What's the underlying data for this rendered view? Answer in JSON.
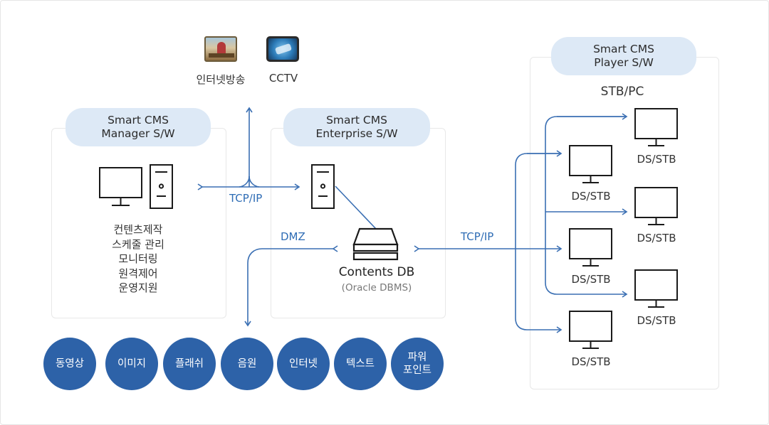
{
  "top_sources": [
    {
      "label": "인터넷방송",
      "icon": "broadcast-thumbnail-icon"
    },
    {
      "label": "CCTV",
      "icon": "cctv-thumbnail-icon"
    }
  ],
  "manager": {
    "title_line1": "Smart CMS",
    "title_line2": "Manager S/W",
    "functions": [
      "컨텐츠제작",
      "스케줄 관리",
      "모니터링",
      "원격제어",
      "운영지원"
    ]
  },
  "enterprise": {
    "title_line1": "Smart CMS",
    "title_line2": "Enterprise S/W",
    "db_name": "Contents DB",
    "db_sub": "(Oracle DBMS)"
  },
  "player": {
    "title_line1": "Smart CMS",
    "title_line2": "Player S/W",
    "subtitle": "STB/PC",
    "device_label": "DS/STB"
  },
  "links": {
    "tcpip_left": "TCP/IP",
    "dmz": "DMZ",
    "tcpip_right": "TCP/IP"
  },
  "content_types": [
    "동영상",
    "이미지",
    "플래쉬",
    "음원",
    "인터넷",
    "텍스트",
    "파워\n포인트"
  ],
  "colors": {
    "accent": "#2d62a8",
    "line": "#3a6fb3",
    "pill": "#dde9f6"
  }
}
